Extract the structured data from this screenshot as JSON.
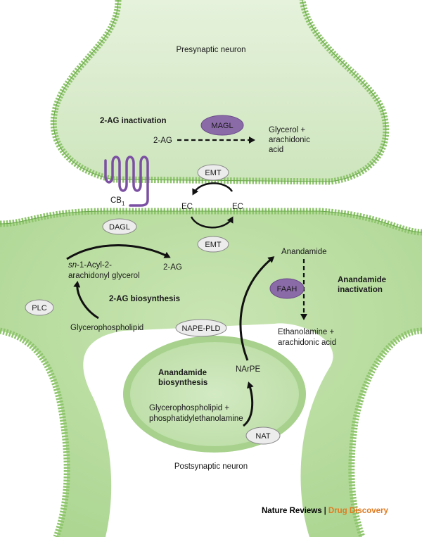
{
  "labels": {
    "presynaptic": "Presynaptic neuron",
    "postsynaptic": "Postsynaptic neuron",
    "ag_inactivation": "2-AG inactivation",
    "ag_left": "2-AG",
    "glycerol_line1": "Glycerol +",
    "glycerol_line2": "arachidonic",
    "glycerol_line3": "acid",
    "cb1_main": "CB",
    "cb1_sub": "1",
    "ec_left": "EC",
    "ec_right": "EC",
    "sn_line1_prefix": "sn",
    "sn_line1_rest": "-1-Acyl-2-",
    "sn_line2": "arachidonyl glycerol",
    "ag_product": "2-AG",
    "ag_biosynthesis": "2-AG biosynthesis",
    "glycerophospholipid": "Glycerophospholipid",
    "anandamide": "Anandamide",
    "anandamide_inact_line1": "Anandamide",
    "anandamide_inact_line2": "inactivation",
    "ethanolamine_line1": "Ethanolamine +",
    "ethanolamine_line2": "arachidonic acid",
    "anandamide_bio_line1": "Anandamide",
    "anandamide_bio_line2": "biosynthesis",
    "narpe": "NArPE",
    "gp_pe_line1": "Glycerophospholipid +",
    "gp_pe_line2": "phosphatidylethanolamine"
  },
  "enzymes": {
    "magl": "MAGL",
    "emt_top": "EMT",
    "emt_bottom": "EMT",
    "dagl": "DAGL",
    "plc": "PLC",
    "faah": "FAAH",
    "nape_pld": "NAPE-PLD",
    "nat": "NAT"
  },
  "footer": {
    "journal": "Nature Reviews",
    "separator": "|",
    "section": "Drug Discovery"
  },
  "colors": {
    "cell_fill": "#cfe6bf",
    "post_fill": "#b7db9f",
    "membrane": "#8ec56c",
    "purple_enzyme": "#8b6aa8",
    "receptor": "#7b4fa2",
    "journal_orange": "#e07a1f"
  }
}
